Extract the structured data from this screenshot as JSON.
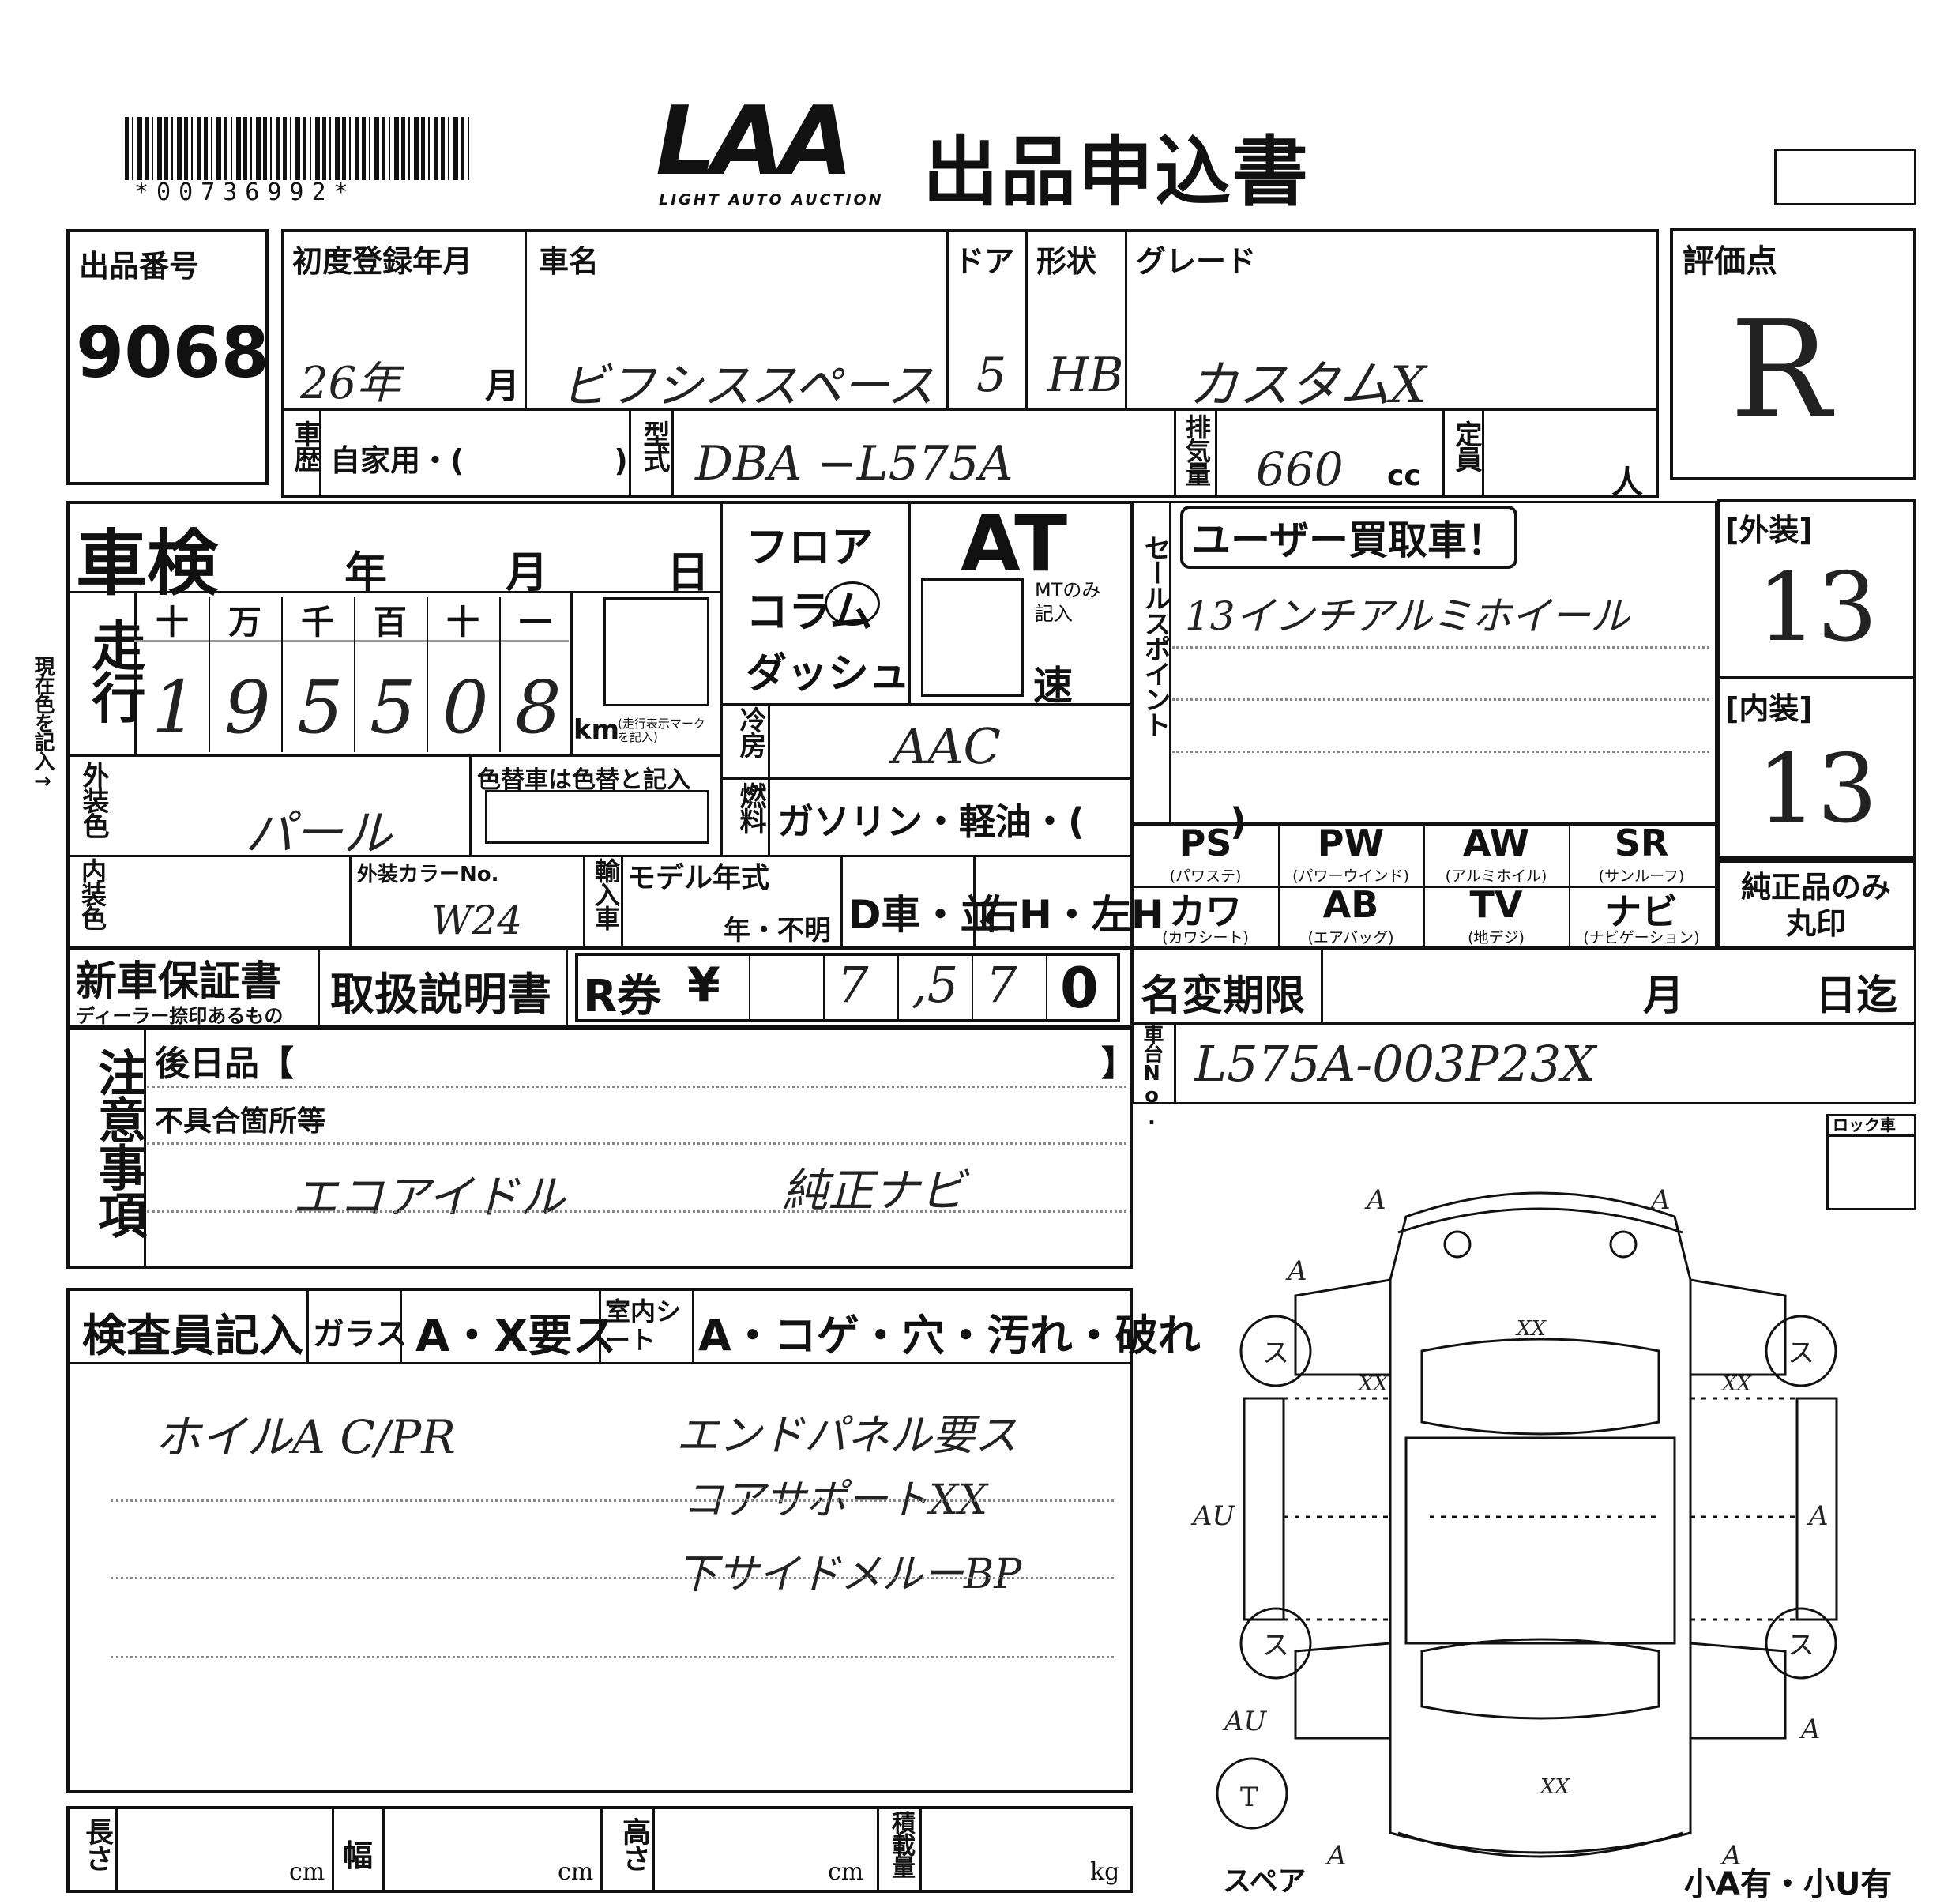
{
  "header": {
    "barcode_text": "*00736992*",
    "logo": "LAA",
    "logo_sub": "LIGHT AUTO AUCTION",
    "title": "出品申込書"
  },
  "lot": {
    "label": "出品番号",
    "value": "9068"
  },
  "vehicle": {
    "first_reg_label": "初度登録年月",
    "first_reg_year": "26年",
    "first_reg_month_label": "月",
    "name_label": "車名",
    "name": "ビフシススペース",
    "door_label": "ドア",
    "door": "5",
    "shape_label": "形状",
    "shape": "HB",
    "grade_label": "グレード",
    "grade": "カスタムX",
    "history_label": "車歴",
    "history": "自家用・(　　　　　)",
    "model_label": "型式",
    "model": "DBA −L575A",
    "displacement_label": "排気量",
    "displacement": "660",
    "displacement_unit": "cc",
    "capacity_label": "定員",
    "capacity_unit": "人"
  },
  "score": {
    "label": "評価点",
    "value": "R"
  },
  "shaken": {
    "label": "車検",
    "year": "年",
    "month": "月",
    "day": "日"
  },
  "mileage": {
    "label": "走行",
    "side_note": "現在色を記入→",
    "digit_labels": [
      "十",
      "万",
      "千",
      "百",
      "十",
      "一"
    ],
    "digits": [
      "1",
      "9",
      "5",
      "5",
      "0",
      "8"
    ],
    "unit": "km",
    "unit_note": "(走行表示マーク を記入)"
  },
  "shift": {
    "floor": "フロア",
    "column": "コラム",
    "dash": "ダッシュ",
    "type": "AT",
    "mt_note": "MTのみ 記入",
    "speed": "速"
  },
  "aircon": {
    "label": "冷房",
    "value": "AAC"
  },
  "fuel": {
    "label": "燃料",
    "value": "ガソリン・軽油・(　　　　)"
  },
  "exterior_color": {
    "label": "外装色",
    "value": "パール",
    "repaint_note": "色替車は色替と記入"
  },
  "interior_color": {
    "label": "内装色",
    "color_no_label": "外装カラーNo.",
    "color_no": "W24"
  },
  "import": {
    "label": "輸入車",
    "model_year_label": "モデル年式",
    "model_year_value": "年・不明",
    "d_car": "D車・並",
    "handle": "右H・左H"
  },
  "sales_point": {
    "label": "セールスポイント",
    "badge": "ユーザー買取車！",
    "text": "13インチアルミホイール"
  },
  "grades": {
    "exterior_label": "[外装]",
    "exterior": "13",
    "interior_label": "[内装]",
    "interior": "13"
  },
  "equipment": [
    {
      "code": "PS",
      "sub": "(パワステ)"
    },
    {
      "code": "PW",
      "sub": "(パワーウインド)"
    },
    {
      "code": "AW",
      "sub": "(アルミホイル)"
    },
    {
      "code": "SR",
      "sub": "(サンルーフ)"
    },
    {
      "code": "カワ",
      "sub": "(カワシート)"
    },
    {
      "code": "AB",
      "sub": "(エアバッグ)"
    },
    {
      "code": "TV",
      "sub": "(地デジ)"
    },
    {
      "code": "ナビ",
      "sub": "(ナビゲーション)"
    }
  ],
  "genuine": "純正品のみ 丸印",
  "warranty": {
    "label": "新車保証書",
    "sub": "ディーラー捺印あるもの",
    "manual": "取扱説明書",
    "ticket": "R券",
    "yen": "¥",
    "amount": [
      "7",
      ",5",
      "7",
      "0"
    ]
  },
  "name_change": {
    "label": "名変期限",
    "month": "月",
    "day": "日迄"
  },
  "chassis": {
    "label": "車台No.",
    "value": "L575A-003P23X"
  },
  "notes": {
    "label": "注意事項",
    "later_label": "後日品【",
    "later_close": "】",
    "defect_label": "不具合箇所等",
    "defect_1": "エコアイドル",
    "defect_2": "純正ナビ"
  },
  "lock": "ロック車",
  "inspector": {
    "label": "検査員記入",
    "glass_label": "ガラス",
    "glass_value": "A・X要ス",
    "seat_label": "室内シート",
    "seat_value": "A・コゲ・穴・汚れ・破れ",
    "line1_left": "ホイルA C/PR",
    "line1_right": "エンドパネル要ス",
    "line2": "コアサポートXX",
    "line3": "下サイドメルーBP"
  },
  "dims": {
    "length": "長さ",
    "width": "幅",
    "height": "高さ",
    "load": "積載量",
    "cm": "cm",
    "kg": "kg"
  },
  "diagram": {
    "spare": "スペア",
    "small_marks": "小A有・小U有",
    "spare_tire": "T",
    "wheel_mark": "ス"
  }
}
